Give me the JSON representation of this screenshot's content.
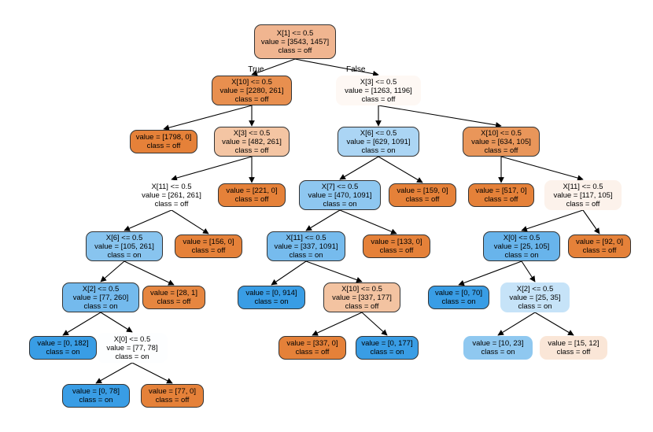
{
  "diagram": {
    "colors": {
      "off_deep": "#e58139",
      "off_medium": "#f0b590",
      "off_light": "#f4c9aa",
      "off_faint": "#fcf3ee",
      "off_veryfaint": "#fdf7f3",
      "off_pale": "#fae8da",
      "on_deep": "#399de5",
      "on_medium": "#6fb6ec",
      "on_light": "#88c4ef",
      "on_lighter": "#a8d3f3",
      "on_pale": "#c6e2f8",
      "white": "#ffffff",
      "edge": "#000000"
    },
    "nodes": [
      {
        "id": "n0",
        "lines": [
          "X[1] <= 0.5",
          "value = [3543, 1457]",
          "class = off"
        ],
        "color": "#f0b590",
        "boxed": true
      },
      {
        "id": "n1",
        "lines": [
          "X[10] <= 0.5",
          "value = [2280, 261]",
          "class = off"
        ],
        "color": "#e88f4f",
        "boxed": true
      },
      {
        "id": "n2",
        "lines": [
          "value = [1798, 0]",
          "class = off"
        ],
        "color": "#e58139",
        "boxed": true
      },
      {
        "id": "n3",
        "lines": [
          "X[3] <= 0.5",
          "value = [482, 261]",
          "class = off"
        ],
        "color": "#f4c5a3",
        "boxed": true
      },
      {
        "id": "n4",
        "lines": [
          "X[11] <= 0.5",
          "value = [261, 261]",
          "class = off"
        ],
        "color": "#ffffff",
        "boxed": false
      },
      {
        "id": "n5",
        "lines": [
          "X[6] <= 0.5",
          "value = [105, 261]",
          "class = on"
        ],
        "color": "#88c4ef",
        "boxed": true
      },
      {
        "id": "n6",
        "lines": [
          "X[2] <= 0.5",
          "value = [77, 260]",
          "class = on"
        ],
        "color": "#74baed",
        "boxed": true
      },
      {
        "id": "n7",
        "lines": [
          "value = [0, 182]",
          "class = on"
        ],
        "color": "#399de5",
        "boxed": true
      },
      {
        "id": "n8",
        "lines": [
          "X[0] <= 0.5",
          "value = [77, 78]",
          "class = on"
        ],
        "color": "#fdfeff",
        "boxed": false
      },
      {
        "id": "n9",
        "lines": [
          "value = [0, 78]",
          "class = on"
        ],
        "color": "#399de5",
        "boxed": true
      },
      {
        "id": "n10",
        "lines": [
          "value = [77, 0]",
          "class = off"
        ],
        "color": "#e58139",
        "boxed": true
      },
      {
        "id": "n11",
        "lines": [
          "value = [28, 1]",
          "class = off"
        ],
        "color": "#e68640",
        "boxed": true
      },
      {
        "id": "n12",
        "lines": [
          "value = [156, 0]",
          "class = off"
        ],
        "color": "#e58139",
        "boxed": true
      },
      {
        "id": "n13",
        "lines": [
          "value = [221, 0]",
          "class = off"
        ],
        "color": "#e58139",
        "boxed": true
      },
      {
        "id": "n14",
        "lines": [
          "X[3] <= 0.5",
          "value = [1263, 1196]",
          "class = off"
        ],
        "color": "#fef8f4",
        "boxed": false
      },
      {
        "id": "n15",
        "lines": [
          "X[6] <= 0.5",
          "value = [629, 1091]",
          "class = on"
        ],
        "color": "#abd5f4",
        "boxed": true
      },
      {
        "id": "n16",
        "lines": [
          "X[7] <= 0.5",
          "value = [470, 1091]",
          "class = on"
        ],
        "color": "#8ec7f0",
        "boxed": true
      },
      {
        "id": "n17",
        "lines": [
          "X[11] <= 0.5",
          "value = [337, 1091]",
          "class = on"
        ],
        "color": "#76bbed",
        "boxed": true
      },
      {
        "id": "n18",
        "lines": [
          "value = [0, 914]",
          "class = on"
        ],
        "color": "#399de5",
        "boxed": true
      },
      {
        "id": "n19",
        "lines": [
          "X[10] <= 0.5",
          "value = [337, 177]",
          "class = off"
        ],
        "color": "#f3c3a1",
        "boxed": true
      },
      {
        "id": "n20",
        "lines": [
          "value = [337, 0]",
          "class = off"
        ],
        "color": "#e58139",
        "boxed": true
      },
      {
        "id": "n21",
        "lines": [
          "value = [0, 177]",
          "class = on"
        ],
        "color": "#399de5",
        "boxed": true
      },
      {
        "id": "n22",
        "lines": [
          "value = [133, 0]",
          "class = off"
        ],
        "color": "#e58139",
        "boxed": true
      },
      {
        "id": "n23",
        "lines": [
          "value = [159, 0]",
          "class = off"
        ],
        "color": "#e58139",
        "boxed": true
      },
      {
        "id": "n24",
        "lines": [
          "X[10] <= 0.5",
          "value = [634, 105]",
          "class = off"
        ],
        "color": "#e9965a",
        "boxed": true
      },
      {
        "id": "n25",
        "lines": [
          "value = [517, 0]",
          "class = off"
        ],
        "color": "#e58139",
        "boxed": true
      },
      {
        "id": "n26",
        "lines": [
          "X[11] <= 0.5",
          "value = [117, 105]",
          "class = off"
        ],
        "color": "#fcf2eb",
        "boxed": false
      },
      {
        "id": "n27",
        "lines": [
          "X[0] <= 0.5",
          "value = [25, 105]",
          "class = on"
        ],
        "color": "#68b4eb",
        "boxed": true
      },
      {
        "id": "n28",
        "lines": [
          "value = [0, 70]",
          "class = on"
        ],
        "color": "#399de5",
        "boxed": true
      },
      {
        "id": "n29",
        "lines": [
          "X[2] <= 0.5",
          "value = [25, 35]",
          "class = on"
        ],
        "color": "#c6e3f8",
        "boxed": false
      },
      {
        "id": "n30",
        "lines": [
          "value = [10, 23]",
          "class = on"
        ],
        "color": "#8fc8f0",
        "boxed": false
      },
      {
        "id": "n31",
        "lines": [
          "value = [15, 12]",
          "class = off"
        ],
        "color": "#fae6d7",
        "boxed": false
      },
      {
        "id": "n32",
        "lines": [
          "value = [92, 0]",
          "class = off"
        ],
        "color": "#e58139",
        "boxed": true
      }
    ],
    "edges": [
      {
        "from": "n0",
        "to": "n1",
        "label": "True"
      },
      {
        "from": "n0",
        "to": "n14",
        "label": "False"
      },
      {
        "from": "n1",
        "to": "n2",
        "label": ""
      },
      {
        "from": "n1",
        "to": "n3",
        "label": ""
      },
      {
        "from": "n3",
        "to": "n4",
        "label": ""
      },
      {
        "from": "n3",
        "to": "n13",
        "label": ""
      },
      {
        "from": "n4",
        "to": "n5",
        "label": ""
      },
      {
        "from": "n4",
        "to": "n12",
        "label": ""
      },
      {
        "from": "n5",
        "to": "n6",
        "label": ""
      },
      {
        "from": "n5",
        "to": "n11",
        "label": ""
      },
      {
        "from": "n6",
        "to": "n7",
        "label": ""
      },
      {
        "from": "n6",
        "to": "n8",
        "label": ""
      },
      {
        "from": "n8",
        "to": "n9",
        "label": ""
      },
      {
        "from": "n8",
        "to": "n10",
        "label": ""
      },
      {
        "from": "n14",
        "to": "n15",
        "label": ""
      },
      {
        "from": "n14",
        "to": "n24",
        "label": ""
      },
      {
        "from": "n15",
        "to": "n16",
        "label": ""
      },
      {
        "from": "n15",
        "to": "n23",
        "label": ""
      },
      {
        "from": "n16",
        "to": "n17",
        "label": ""
      },
      {
        "from": "n16",
        "to": "n22",
        "label": ""
      },
      {
        "from": "n17",
        "to": "n18",
        "label": ""
      },
      {
        "from": "n17",
        "to": "n19",
        "label": ""
      },
      {
        "from": "n19",
        "to": "n20",
        "label": ""
      },
      {
        "from": "n19",
        "to": "n21",
        "label": ""
      },
      {
        "from": "n24",
        "to": "n25",
        "label": ""
      },
      {
        "from": "n24",
        "to": "n26",
        "label": ""
      },
      {
        "from": "n26",
        "to": "n27",
        "label": ""
      },
      {
        "from": "n26",
        "to": "n32",
        "label": ""
      },
      {
        "from": "n27",
        "to": "n28",
        "label": ""
      },
      {
        "from": "n27",
        "to": "n29",
        "label": ""
      },
      {
        "from": "n29",
        "to": "n30",
        "label": ""
      },
      {
        "from": "n29",
        "to": "n31",
        "label": ""
      }
    ]
  }
}
